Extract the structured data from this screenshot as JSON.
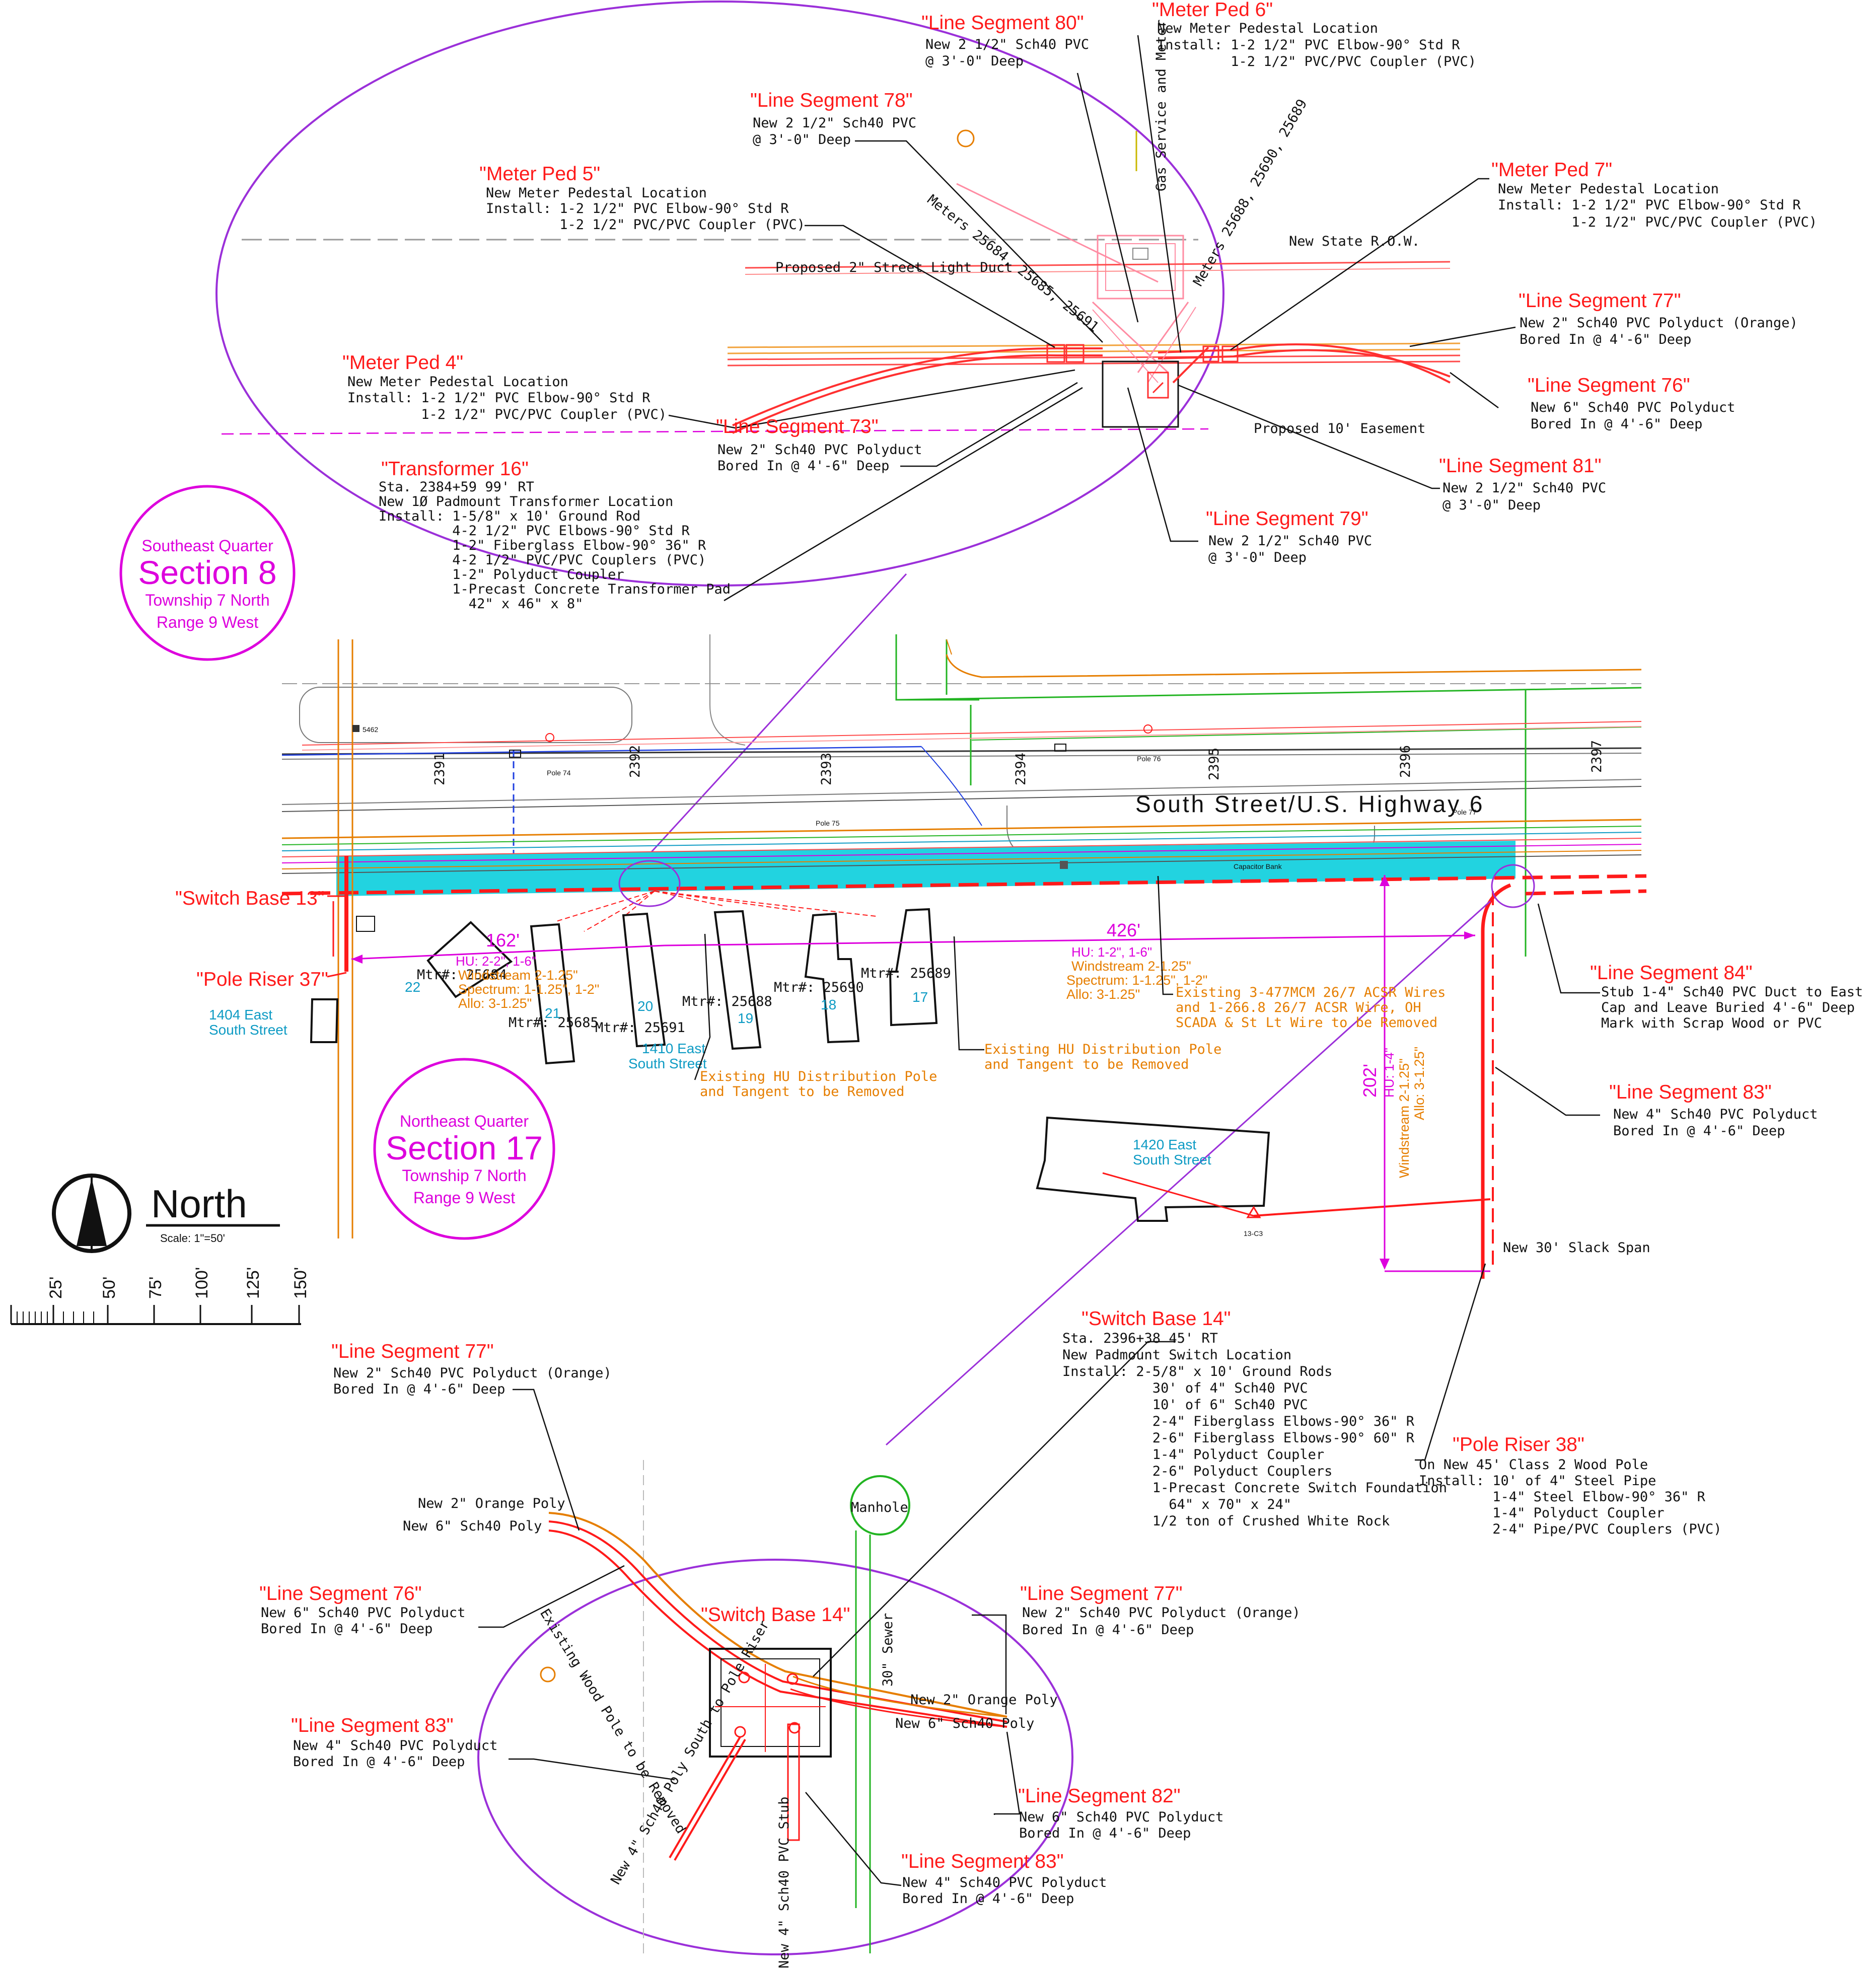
{
  "road": {
    "name": "South Street/U.S. Highway 6"
  },
  "stations": [
    "2391",
    "2392",
    "2393",
    "2394",
    "2395",
    "2396",
    "2397"
  ],
  "sections": [
    {
      "quarter": "Southeast Quarter",
      "section": "Section 8",
      "township": "Township 7 North",
      "range": "Range 9 West"
    },
    {
      "quarter": "Northeast Quarter",
      "section": "Section 17",
      "township": "Township 7 North",
      "range": "Range 9 West"
    }
  ],
  "north_arrow": {
    "label": "North",
    "scale": "Scale: 1\"=50'"
  },
  "scale_bar": [
    "25'",
    "50'",
    "75'",
    "100'",
    "125'",
    "150'"
  ],
  "callouts": {
    "ls80": {
      "title": "\"Line Segment 80\"",
      "lines": [
        "New 2 1/2\" Sch40 PVC",
        "@ 3'-0\" Deep"
      ]
    },
    "mp6": {
      "title": "\"Meter Ped 6\"",
      "lines": [
        "New Meter Pedestal Location",
        "Install: 1-2 1/2\" PVC Elbow-90° Std R",
        "         1-2 1/2\" PVC/PVC Coupler (PVC)"
      ]
    },
    "ls78": {
      "title": "\"Line Segment 78\"",
      "lines": [
        "New 2 1/2\" Sch40 PVC",
        "@ 3'-0\" Deep"
      ]
    },
    "mp5": {
      "title": "\"Meter Ped 5\"",
      "lines": [
        "New Meter Pedestal Location",
        "Install: 1-2 1/2\" PVC Elbow-90° Std R",
        "         1-2 1/2\" PVC/PVC Coupler (PVC)"
      ]
    },
    "mp7": {
      "title": "\"Meter Ped 7\"",
      "lines": [
        "New Meter Pedestal Location",
        "Install: 1-2 1/2\" PVC Elbow-90° Std R",
        "         1-2 1/2\" PVC/PVC Coupler (PVC)"
      ]
    },
    "ls77a": {
      "title": "\"Line Segment 77\"",
      "lines": [
        "New 2\" Sch40 PVC Polyduct (Orange)",
        "Bored In @ 4'-6\" Deep"
      ]
    },
    "mp4": {
      "title": "\"Meter Ped 4\"",
      "lines": [
        "New Meter Pedestal Location",
        "Install: 1-2 1/2\" PVC Elbow-90° Std R",
        "         1-2 1/2\" PVC/PVC Coupler (PVC)"
      ]
    },
    "ls76a": {
      "title": "\"Line Segment 76\"",
      "lines": [
        "New 6\" Sch40 PVC Polyduct",
        "Bored In @ 4'-6\" Deep"
      ]
    },
    "ls73": {
      "title": "\"Line Segment 73\"",
      "lines": [
        "New 2\" Sch40 PVC Polyduct",
        "Bored In @ 4'-6\" Deep"
      ]
    },
    "ls81": {
      "title": "\"Line Segment 81\"",
      "lines": [
        "New 2 1/2\" Sch40 PVC",
        "@ 3'-0\" Deep"
      ]
    },
    "tr16": {
      "title": "\"Transformer 16\"",
      "lines": [
        "Sta. 2384+59 99' RT",
        "New 1Ø Padmount Transformer Location",
        "Install: 1-5/8\" x 10' Ground Rod",
        "         4-2 1/2\" PVC Elbows-90° Std R",
        "         1-2\" Fiberglass Elbow-90° 36\" R",
        "         4-2 1/2\" PVC/PVC Couplers (PVC)",
        "         1-2\" Polyduct Coupler",
        "         1-Precast Concrete Transformer Pad",
        "           42\" x 46\" x 8\""
      ]
    },
    "ls79": {
      "title": "\"Line Segment 79\"",
      "lines": [
        "New 2 1/2\" Sch40 PVC",
        "@ 3'-0\" Deep"
      ]
    },
    "sb13": {
      "title": "\"Switch Base 13\""
    },
    "pr37": {
      "title": "\"Pole Riser 37\""
    },
    "ls84": {
      "title": "\"Line Segment 84\"",
      "lines": [
        "Stub 1-4\" Sch40 PVC Duct to East",
        "Cap and Leave Buried 4'-6\" Deep",
        "Mark with Scrap Wood or PVC"
      ]
    },
    "ls83a": {
      "title": "\"Line Segment 83\"",
      "lines": [
        "New 4\" Sch40 PVC Polyduct",
        "Bored In @ 4'-6\" Deep"
      ]
    },
    "sb14": {
      "title": "\"Switch Base 14\"",
      "lines": [
        "Sta. 2396+38 45' RT",
        "New Padmount Switch Location",
        "Install: 2-5/8\" x 10' Ground Rods",
        "           30' of 4\" Sch40 PVC",
        "           10' of 6\" Sch40 PVC",
        "           2-4\" Fiberglass Elbows-90° 36\" R",
        "           2-6\" Fiberglass Elbows-90° 60\" R",
        "           1-4\" Polyduct Coupler",
        "           2-6\" Polyduct Couplers",
        "           1-Precast Concrete Switch Foundation",
        "             64\" x 70\" x 24\"",
        "           1/2 ton of Crushed White Rock"
      ]
    },
    "ls77b": {
      "title": "\"Line Segment 77\"",
      "lines": [
        "New 2\" Sch40 PVC Polyduct (Orange)",
        "Bored In @ 4'-6\" Deep"
      ]
    },
    "pr38": {
      "title": "\"Pole Riser 38\"",
      "lines": [
        "On New 45' Class 2 Wood Pole",
        "Install: 10' of 4\" Steel Pipe",
        "         1-4\" Steel Elbow-90° 36\" R",
        "         1-4\" Polyduct Coupler",
        "         2-4\" Pipe/PVC Couplers (PVC)"
      ]
    },
    "ls76b": {
      "title": "\"Line Segment 76\"",
      "lines": [
        "New 6\" Sch40 PVC Polyduct",
        "Bored In @ 4'-6\" Deep"
      ]
    },
    "sb14b": {
      "title": "\"Switch Base 14\""
    },
    "ls77c": {
      "title": "\"Line Segment 77\"",
      "lines": [
        "New 2\" Sch40 PVC Polyduct (Orange)",
        "Bored In @ 4'-6\" Deep"
      ]
    },
    "ls83b": {
      "title": "\"Line Segment 83\"",
      "lines": [
        "New 4\" Sch40 PVC Polyduct",
        "Bored In @ 4'-6\" Deep"
      ]
    },
    "ls82": {
      "title": "\"Line Segment 82\"",
      "lines": [
        "New 6\" Sch40 PVC Polyduct",
        "Bored In @ 4'-6\" Deep"
      ]
    },
    "ls83c": {
      "title": "\"Line Segment 83\"",
      "lines": [
        "New 4\" Sch40 PVC Polyduct",
        "Bored In @ 4'-6\" Deep"
      ]
    }
  },
  "detail_top_labels": {
    "street_light": "Proposed 2\" Street Light Duct",
    "meters_a": "Meters 25684, 25685, 25691",
    "meters_b": "Meters 25688, 25690, 25689",
    "gas": "Gas Service and Meter",
    "row": "New State R.O.W.",
    "easement": "Proposed 10' Easement"
  },
  "detail_bottom_labels": {
    "orange_poly_a": "New 2\" Orange Poly",
    "six_poly_a": "New 6\" Sch40 Poly",
    "orange_poly_b": "New 2\" Orange Poly",
    "six_poly_b": "New 6\" Sch40 Poly",
    "manhole": "Manhole",
    "sewer": "30\" Sewer",
    "wood_pole": "Existing Wood Pole to be Removed",
    "four_poly": "New 4\" Sch40 Poly South to Pole Riser",
    "four_stub": "New 4\" Sch40 PVC Stub"
  },
  "dimensions": {
    "d162": "162'",
    "d426": "426'",
    "d202": "202'",
    "hu_a": "HU: 2-2\", 1-6\"",
    "ws_a": "Windstream 2-1.25\"",
    "sp_a": "Spectrum: 1-1.25\", 1-2\"",
    "al_a": "Allo: 3-1.25\"",
    "hu_b": "HU: 1-2\", 1-6\"",
    "ws_b": "Windstream 2-1.25\"",
    "sp_b": "Spectrum: 1-1.25\", 1-2\"",
    "al_b": "Allo: 3-1.25\"",
    "hu_c": "HU: 1-4\"",
    "ws_c": "Windstream 2-1.25\"",
    "al_c": "Allo: 3-1.25\""
  },
  "addresses": {
    "a1404": [
      "1404 East",
      "South Street"
    ],
    "a1410": [
      "1410 East",
      "South Street"
    ],
    "a1420": [
      "1420 East",
      "South Street"
    ]
  },
  "existing_notes": {
    "hu_pole_a": [
      "Existing HU Distribution Pole",
      "and Tangent to be Removed"
    ],
    "hu_pole_b": [
      "Existing HU Distribution Pole",
      "and Tangent to be Removed"
    ],
    "acsr": [
      "Existing 3-477MCM 26/7 ACSR Wires",
      "and 1-266.8 26/7 ACSR Wire, OH",
      "SCADA & St Lt Wire to be Removed"
    ]
  },
  "meters": [
    {
      "mtr": "Mtr#: 25684",
      "lot": "22"
    },
    {
      "mtr": "Mtr#: 25685",
      "lot": "21"
    },
    {
      "mtr": "Mtr#: 25691",
      "lot": "20"
    },
    {
      "mtr": "Mtr#: 25688",
      "lot": "19"
    },
    {
      "mtr": "Mtr#: 25690",
      "lot": "18"
    },
    {
      "mtr": "Mtr#: 25689",
      "lot": "17"
    }
  ],
  "plan_labels": {
    "pole74": "Pole 74",
    "pole75": "Pole 75",
    "pole76": "Pole 76",
    "pole77": "Pole 77",
    "cap_bank": "Capacitor Bank",
    "span": "New 30' Slack Span",
    "code5462": "5462"
  },
  "colors": {
    "proposed": "#ff1a1a",
    "annotation": "#dd00dd",
    "existing_utility": "#e67e00",
    "easement_fill": "#22d3e0",
    "address": "#0e9bc4"
  }
}
